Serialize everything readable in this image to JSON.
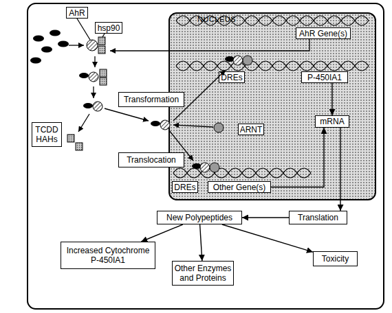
{
  "diagram": {
    "nodes": [
      {
        "text": [
          "AhR"
        ]
      },
      {
        "text": [
          "hsp90"
        ]
      },
      {
        "text": [
          "NUCLEUS"
        ]
      },
      {
        "text": [
          "AhR Gene(s)"
        ],
        "in": 2
      },
      {
        "text": [
          "DREs"
        ],
        "in": 2
      },
      {
        "text": [
          "P-450IA1"
        ],
        "in": 2
      },
      {
        "text": [
          "Transformation"
        ]
      },
      {
        "text": [
          "TCDD HAHs"
        ]
      },
      {
        "text": [
          "ARNT"
        ],
        "in": 2
      },
      {
        "text": [
          "mRNA"
        ],
        "in": 2
      },
      {
        "text": [
          "Translocation"
        ]
      },
      {
        "text": [
          "DREs"
        ],
        "in": 2
      },
      {
        "text": [
          "Other Gene(s)"
        ],
        "in": 2
      },
      {
        "text": [
          "Translation"
        ]
      },
      {
        "text": [
          "New Polypeptides"
        ]
      },
      {
        "text": [
          "Increased Cytochrome P-450IA1"
        ]
      },
      {
        "text": [
          "Other Enzymes and Proteins"
        ]
      },
      {
        "text": [
          "Toxicity"
        ]
      }
    ],
    "edges": [
      {
        "from": 5,
        "to": 9,
        "arrow": "to"
      },
      {
        "from": 12,
        "to": 9,
        "arrow": "to"
      },
      {
        "from": 9,
        "to": 13,
        "arrow": "to"
      },
      {
        "from": 13,
        "to": 14,
        "arrow": "to"
      },
      {
        "from": 14,
        "to": 15,
        "arrow": "to"
      },
      {
        "from": 14,
        "to": 16,
        "arrow": "to"
      },
      {
        "from": 14,
        "to": 17,
        "arrow": "to"
      }
    ]
  }
}
